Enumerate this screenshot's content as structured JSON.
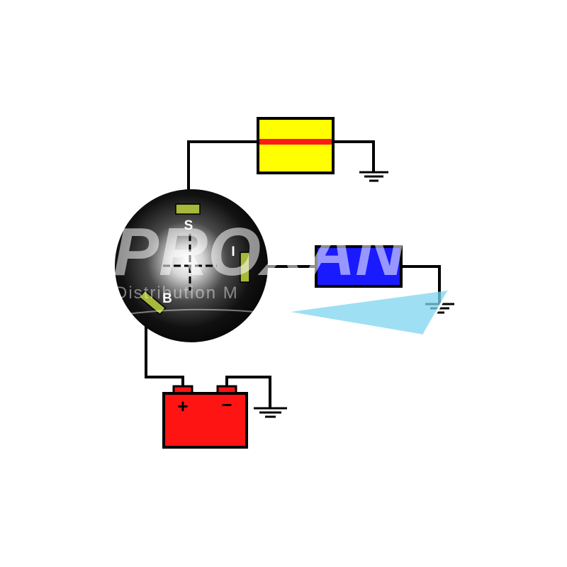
{
  "switch": {
    "terminals": {
      "s": "S",
      "i": "I",
      "b": "B"
    }
  },
  "battery": {
    "positive_sign": "+",
    "negative_sign": "−"
  },
  "watermark": {
    "brand": "PROXAN",
    "tagline": "Distribution M"
  },
  "colors": {
    "switch_body": "#0a0a0a",
    "terminal": "#a8b83a",
    "starter_box": "#ffff00",
    "starter_stripe": "#ff1a1a",
    "ignition_box": "#1a1aff",
    "battery": "#ff1414",
    "wire": "#000000",
    "watermark_accent": "#7fd4f0"
  }
}
